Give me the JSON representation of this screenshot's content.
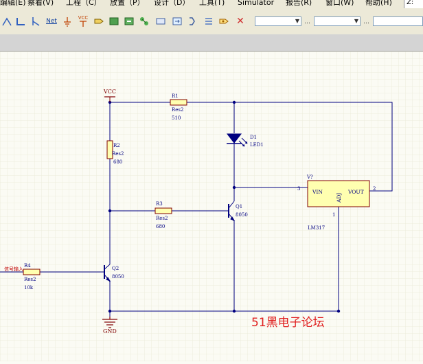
{
  "menu": {
    "items": [
      "编辑(E)",
      "察看(V)",
      "工程（C）",
      "放置（P）",
      "设计（D）",
      "工具(T)",
      "Simulator",
      "报告(R)",
      "窗口(W)",
      "帮助(H)"
    ],
    "coordinate": "Z:"
  },
  "toolbar": {
    "net_label": "Net",
    "vcc_label": "VCC",
    "combo1_value": "",
    "combo2_value": "",
    "combo3_value": ""
  },
  "schematic": {
    "vcc_label": "VCC",
    "gnd_label": "GND",
    "r1": {
      "designator": "R1",
      "comment": "Res2",
      "value": "510"
    },
    "r2": {
      "designator": "R2",
      "comment": "Res2",
      "value": "680"
    },
    "r3": {
      "designator": "R3",
      "comment": "Res2",
      "value": "680"
    },
    "r4": {
      "designator": "R4",
      "comment": "Res2",
      "value": "10k"
    },
    "d1": {
      "designator": "D1",
      "comment": "LED1"
    },
    "q1": {
      "designator": "Q1",
      "value": "8050"
    },
    "q2": {
      "designator": "Q2",
      "value": "8050"
    },
    "u1": {
      "designator": "V?",
      "vin": "VIN",
      "adj": "ADJ",
      "vout": "VOUT",
      "pin_vin": "3",
      "pin_vout": "2",
      "pin_adj": "1",
      "part": "LM317"
    },
    "input_label": "信号输入",
    "watermark": "51黑电子论坛"
  },
  "colors": {
    "wire": "#000080",
    "component": "#800000",
    "body_fill": "#ffffb0",
    "text": "#000080",
    "watermark": "#e02020"
  }
}
